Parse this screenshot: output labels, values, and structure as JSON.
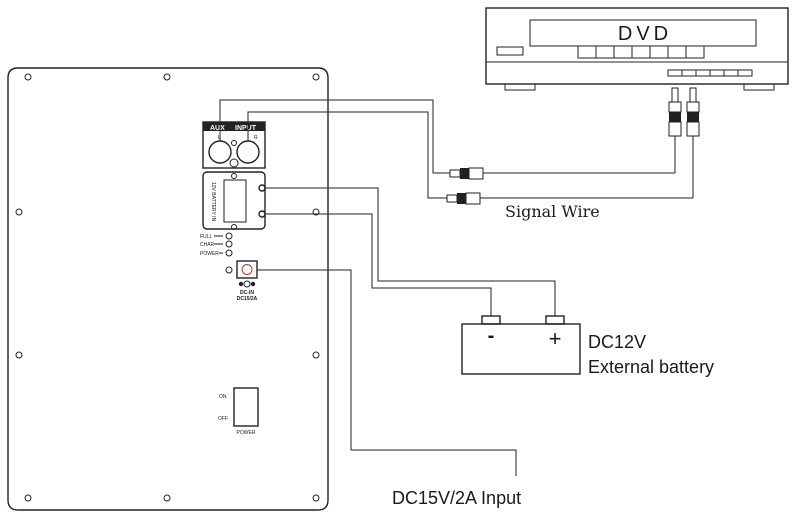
{
  "dvd": {
    "label": "DVD"
  },
  "panel": {
    "aux_label": "AUX",
    "input_label": "INPUT",
    "left_label": "L",
    "right_label": "R",
    "battery_slot_label": "12V BATTERY IN",
    "full_label": "FULL",
    "char_label": "CHAR",
    "power_led_label": "POWER",
    "dc_in_label": "DC-IN",
    "dc_rating_label": "DC15/2A",
    "switch_on_label": "ON",
    "switch_off_label": "OFF",
    "switch_power_label": "POWER"
  },
  "battery": {
    "minus_symbol": "-",
    "plus_symbol": "+",
    "label_line1": "DC12V",
    "label_line2": "External battery"
  },
  "labels": {
    "signal_wire": "Signal Wire",
    "dc_input": "DC15V/2A Input"
  }
}
